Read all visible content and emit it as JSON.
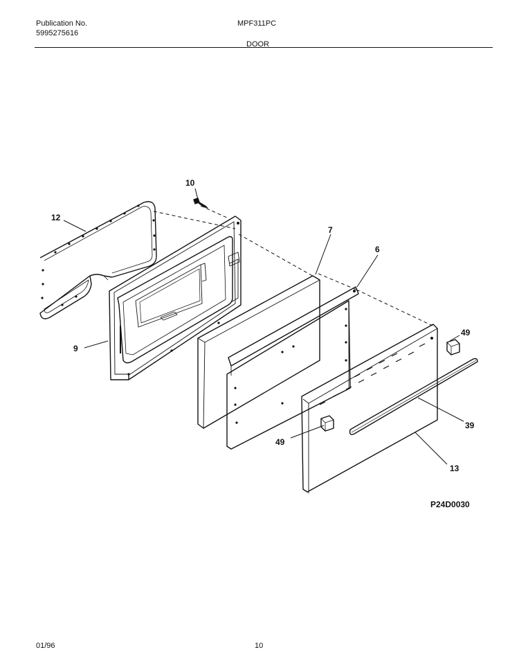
{
  "header": {
    "publication_label": "Publication No.",
    "publication_number": "5995275616",
    "model": "MPF311PC",
    "section": "DOOR"
  },
  "callouts": {
    "c10": "10",
    "c12": "12",
    "c7": "7",
    "c6": "6",
    "c9": "9",
    "c49a": "49",
    "c39": "39",
    "c49b": "49",
    "c13": "13"
  },
  "diagram_ref": "P24D0030",
  "footer": {
    "date": "01/96",
    "page": "10"
  }
}
